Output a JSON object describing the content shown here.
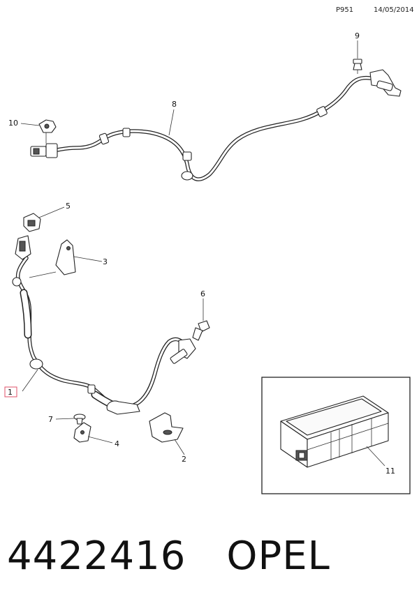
{
  "header": {
    "code": "P951",
    "date": "14/05/2014"
  },
  "callouts": {
    "c1": "1",
    "c2": "2",
    "c3": "3",
    "c4": "4",
    "c5": "5",
    "c6": "6",
    "c7": "7",
    "c8": "8",
    "c9": "9",
    "c10": "10",
    "c11": "11"
  },
  "footer": {
    "part_number": "4422416",
    "brand": "OPEL"
  },
  "colors": {
    "highlight": "#e0506a",
    "ink": "#222222"
  }
}
